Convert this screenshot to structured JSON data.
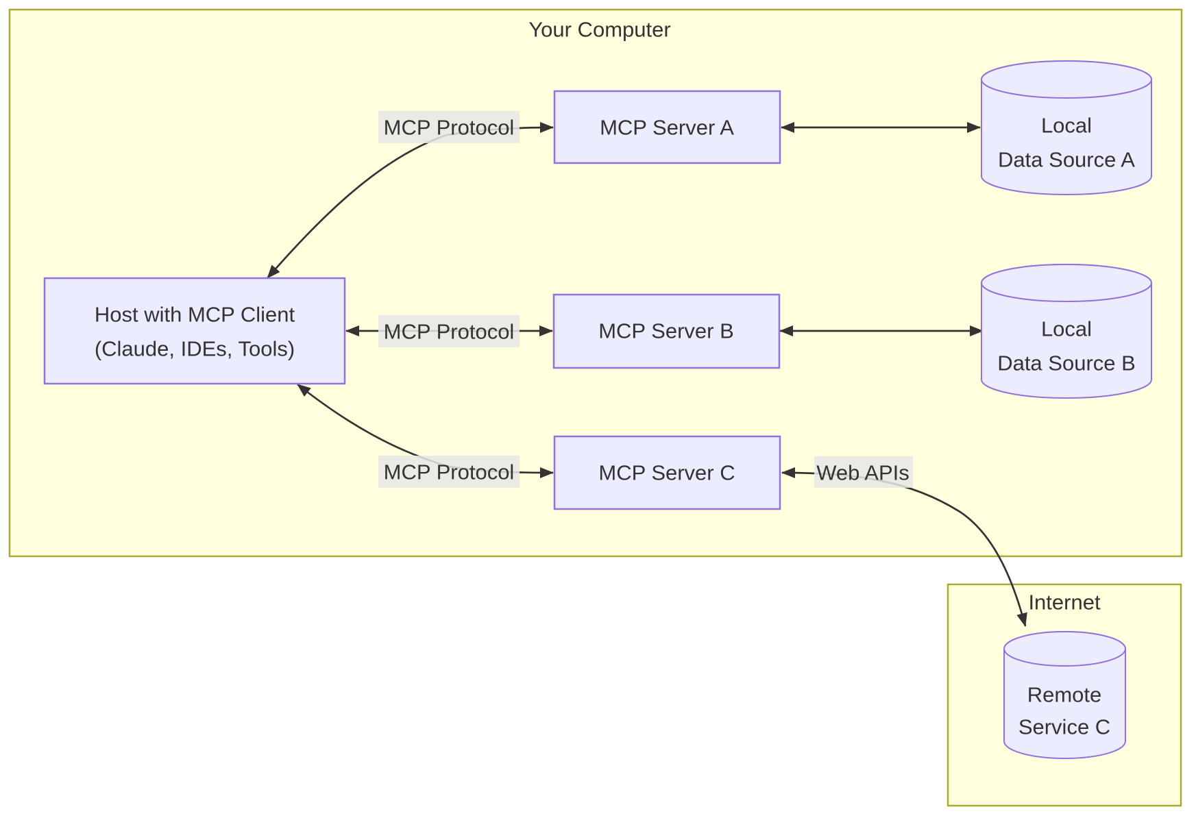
{
  "diagram": {
    "type": "flowchart",
    "clusters": {
      "your_computer": {
        "title": "Your Computer"
      },
      "internet": {
        "title": "Internet"
      }
    },
    "nodes": {
      "host": {
        "line1": "Host with MCP Client",
        "line2": "(Claude, IDEs, Tools)",
        "shape": "rect"
      },
      "server_a": {
        "label": "MCP Server A",
        "shape": "rect"
      },
      "server_b": {
        "label": "MCP Server B",
        "shape": "rect"
      },
      "server_c": {
        "label": "MCP Server C",
        "shape": "rect"
      },
      "data_a": {
        "line1": "Local",
        "line2": "Data Source A",
        "shape": "cylinder"
      },
      "data_b": {
        "line1": "Local",
        "line2": "Data Source B",
        "shape": "cylinder"
      },
      "remote_c": {
        "line1": "Remote",
        "line2": "Service C",
        "shape": "cylinder"
      }
    },
    "edges": [
      {
        "from": "host",
        "to": "server_a",
        "label": "MCP Protocol",
        "arrows": "both"
      },
      {
        "from": "host",
        "to": "server_b",
        "label": "MCP Protocol",
        "arrows": "both"
      },
      {
        "from": "host",
        "to": "server_c",
        "label": "MCP Protocol",
        "arrows": "both"
      },
      {
        "from": "server_a",
        "to": "data_a",
        "label": "",
        "arrows": "both"
      },
      {
        "from": "server_b",
        "to": "data_b",
        "label": "",
        "arrows": "both"
      },
      {
        "from": "server_c",
        "to": "remote_c",
        "label": "Web APIs",
        "arrows": "both"
      }
    ],
    "colors": {
      "cluster_fill": "#ffffde",
      "cluster_border": "#aaaa33",
      "node_fill": "#ececff",
      "node_border": "#9370db",
      "edge_stroke": "#333333",
      "edge_label_bg": "#e8e8e8",
      "text": "#333333",
      "page_bg": "#ffffff"
    }
  }
}
